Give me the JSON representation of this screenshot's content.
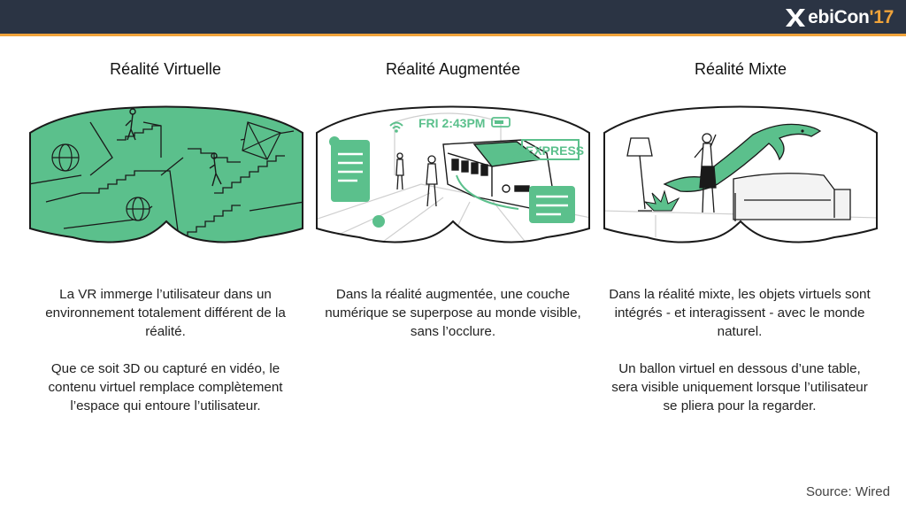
{
  "brand": {
    "word": "ebiCon",
    "year": "'17",
    "accent_color": "#f0a33a",
    "bar_color": "#2b3444"
  },
  "columns": [
    {
      "title": "Réalité Virtuelle",
      "illustration": "vr-headset-view-escher-stairs",
      "paragraphs": [
        "La VR immerge l’utilisateur dans un environnement totalement différent de la réalité.",
        "Que ce soit 3D ou capturé en vidéo, le contenu virtuel remplace complètement l’espace qui entoure l’utilisateur."
      ]
    },
    {
      "title": "Réalité Augmentée",
      "illustration": "ar-headset-view-train-station",
      "overlay_time": "FRI 2:43PM",
      "overlay_label": "EXPRESS",
      "paragraphs": [
        "Dans la réalité augmentée, une couche numérique se superpose au monde visible, sans l’occlure."
      ]
    },
    {
      "title": "Réalité Mixte",
      "illustration": "mr-headset-view-dolphin-living-room",
      "paragraphs": [
        "Dans la réalité mixte, les objets virtuels sont intégrés - et interagissent - avec le monde naturel.",
        "Un ballon virtuel en dessous d’une table, sera visible uniquement lorsque l’utilisateur se pliera pour la regarder."
      ]
    }
  ],
  "source": "Source: Wired",
  "colors": {
    "virtual_green": "#5bc08c",
    "line": "#1a1a1a"
  }
}
